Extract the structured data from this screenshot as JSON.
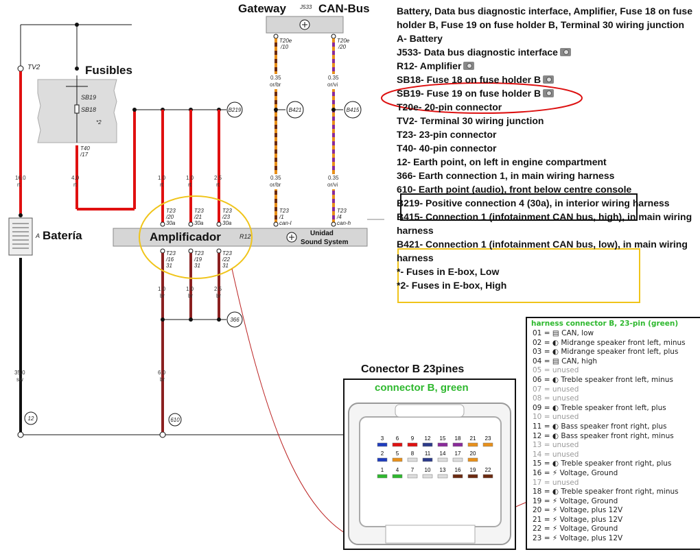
{
  "diagram": {
    "gateway_label": "Gateway",
    "gateway_code": "J533",
    "canbus_label": "CAN-Bus",
    "fusibles_label": "Fusibles",
    "bateria_label": "Batería",
    "amplificador_label": "Amplificador",
    "amp_code": "R12",
    "unidad_line1": "Unidad",
    "unidad_line2": "Sound System",
    "tv2": "TV2",
    "sb19": "SB19",
    "sb18": "SB18",
    "star2": "*2",
    "t40_a": "T40",
    "t40_b": "/17",
    "a_label": "A",
    "wire_16": "16.0",
    "wire_rt1": "rt",
    "wire_4": "4.0",
    "wire_rt2": "rt",
    "wire_35": "35.0",
    "wire_sw": "sw",
    "w10a": "1.0",
    "w10a_c": "rt",
    "w10b": "1.0",
    "w10b_c": "rt",
    "w25a": "2.5",
    "w25a_c": "rt",
    "w10c": "1.0",
    "w10c_c": "br",
    "w10d": "1.0",
    "w10d_c": "br",
    "w25b": "2.5",
    "w25b_c": "br",
    "w60": "6.0",
    "w60_c": "br",
    "can035a": "0.35",
    "can035a_c": "or/br",
    "can035b": "0.35",
    "can035b_c": "or/vi",
    "can035c": "0.35",
    "can035c_c": "or/br",
    "can035d": "0.35",
    "can035d_c": "or/vi",
    "t20e_a1": "T20e",
    "t20e_a2": "/10",
    "t20e_b1": "T20e",
    "t20e_b2": "/20",
    "t23_1a": "T23",
    "t23_1b": "/1",
    "t23_1c": "can-l",
    "t23_4a": "T23",
    "t23_4b": "/4",
    "t23_4c": "can-h",
    "t23_20a": "T23",
    "t23_20b": "/20",
    "t23_20c": "30a",
    "t23_21a": "T23",
    "t23_21b": "/21",
    "t23_21c": "30a",
    "t23_23a": "T23",
    "t23_23b": "/23",
    "t23_23c": "30a",
    "t23_16a": "T23",
    "t23_16b": "/16",
    "t23_16c": "31",
    "t23_19a": "T23",
    "t23_19b": "/19",
    "t23_19c": "31",
    "t23_22a": "T23",
    "t23_22b": "/22",
    "t23_22c": "31",
    "b219": "B219",
    "b421": "B421",
    "b415": "B415",
    "n366": "366",
    "n12": "12",
    "n610": "610"
  },
  "legend": {
    "header": "Battery, Data bus diagnostic interface, Amplifier, Fuse 18 on fuse holder B, Fuse 19 on fuse holder B, Terminal 30 wiring junction",
    "items": [
      "A-  Battery",
      "J533-  Data bus diagnostic interface",
      "R12-  Amplifier",
      "SB18-  Fuse 18 on fuse holder B",
      "SB19-  Fuse 19 on fuse holder B",
      "T20e-  20-pin connector",
      "TV2-  Terminal 30 wiring junction",
      "T23-  23-pin connector",
      "T40-  40-pin connector",
      "12-  Earth point, on left in engine compartment",
      "366-  Earth connection 1, in main wiring harness",
      "610-  Earth point (audio), front below centre console",
      "B219-  Positive connection 4 (30a), in interior wiring harness",
      "B415-  Connection 1 (infotainment CAN bus, high), in main wiring harness",
      "B421-  Connection 1 (infotainment CAN bus, low), in main wiring harness",
      "*-  Fuses in E-box, Low",
      "*2-  Fuses in E-box, High"
    ]
  },
  "connector": {
    "title": "Conector B 23pines",
    "subtitle": "connector B, green",
    "row1": [
      "3",
      "6",
      "9",
      "12",
      "15",
      "18",
      "21",
      "23"
    ],
    "row2": [
      "2",
      "5",
      "8",
      "11",
      "14",
      "17",
      "20"
    ],
    "row3": [
      "1",
      "4",
      "7",
      "10",
      "13",
      "16",
      "19",
      "22"
    ]
  },
  "pin_table": {
    "title": "harness connector B, 23-pin (green)",
    "rows": [
      {
        "num": "01",
        "text": "CAN, low",
        "unused": false
      },
      {
        "num": "02",
        "text": "Midrange speaker front left, minus",
        "unused": false
      },
      {
        "num": "03",
        "text": "Midrange speaker front left, plus",
        "unused": false
      },
      {
        "num": "04",
        "text": "CAN, high",
        "unused": false
      },
      {
        "num": "05",
        "text": "unused",
        "unused": true
      },
      {
        "num": "06",
        "text": "Treble speaker front left, minus",
        "unused": false
      },
      {
        "num": "07",
        "text": "unused",
        "unused": true
      },
      {
        "num": "08",
        "text": "unused",
        "unused": true
      },
      {
        "num": "09",
        "text": "Treble speaker front left, plus",
        "unused": false
      },
      {
        "num": "10",
        "text": "unused",
        "unused": true
      },
      {
        "num": "11",
        "text": "Bass speaker front right, plus",
        "unused": false
      },
      {
        "num": "12",
        "text": "Bass speaker front right, minus",
        "unused": false
      },
      {
        "num": "13",
        "text": "unused",
        "unused": true
      },
      {
        "num": "14",
        "text": "unused",
        "unused": true
      },
      {
        "num": "15",
        "text": "Treble speaker front right, plus",
        "unused": false
      },
      {
        "num": "16",
        "text": "Voltage, Ground",
        "unused": false
      },
      {
        "num": "17",
        "text": "unused",
        "unused": true
      },
      {
        "num": "18",
        "text": "Treble speaker front right, minus",
        "unused": false
      },
      {
        "num": "19",
        "text": "Voltage, Ground",
        "unused": false
      },
      {
        "num": "20",
        "text": "Voltage, plus 12V",
        "unused": false
      },
      {
        "num": "21",
        "text": "Voltage, plus 12V",
        "unused": false
      },
      {
        "num": "22",
        "text": "Voltage, Ground",
        "unused": false
      },
      {
        "num": "23",
        "text": "Voltage, plus 12V",
        "unused": false
      }
    ]
  },
  "colors": {
    "red_wire": "#e01010",
    "brown_wire": "#8b2020",
    "black_wire": "#111111",
    "can_orange": "#e8901a",
    "can_brown": "#6b2a10",
    "can_violet": "#8a2a9a",
    "highlight_yellow": "#f0c419",
    "highlight_red": "#d11",
    "connector_green": "#2eb82e"
  }
}
